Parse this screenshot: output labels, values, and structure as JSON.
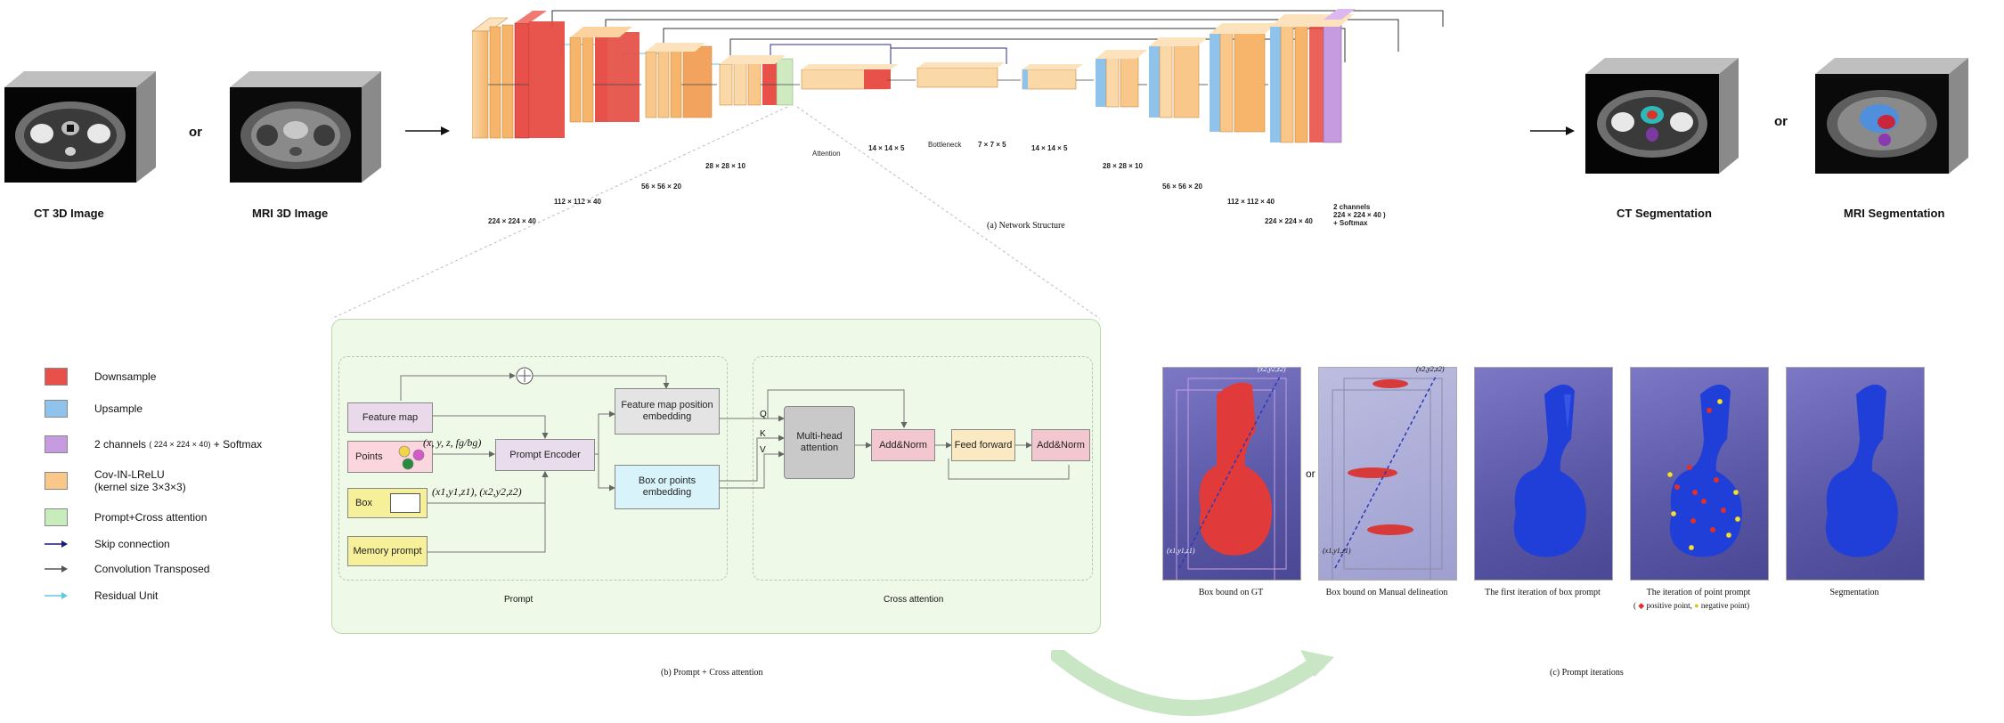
{
  "inputs": {
    "ct_label": "CT 3D Image",
    "or": "or",
    "mri_label": "MRI 3D Image"
  },
  "outputs": {
    "ct_label": "CT  Segmentation",
    "or": "or",
    "mri_label": "MRI  Segmentation"
  },
  "network": {
    "caption": "(a) Network Structure",
    "sizes": {
      "s1": "224 × 224 × 40",
      "s2": "112 × 112 × 40",
      "s3": "56 × 56 × 20",
      "s4": "28 × 28 × 10",
      "s5": "14 × 14 × 5",
      "s6": "7 × 7 × 5",
      "s7": "14 × 14 × 5",
      "s8": "28 × 28 × 10",
      "s9": "56 × 56 × 20",
      "s10": "112 × 112 × 40",
      "s11": "224 × 224 × 40",
      "out": "2 channels",
      "out2": "224 × 224 × 40 )",
      "out3": "+ Softmax"
    },
    "attention_label": "Attention",
    "bottleneck_label": "Bottleneck"
  },
  "legend": {
    "downsample": "Downsample",
    "upsample": "Upsample",
    "channels_a": "2 channels",
    "channels_b": "( 224 × 224 × 40)",
    "channels_c": "+ Softmax",
    "conv_a": "Cov-IN-LReLU",
    "conv_b": "(kernel size 3×3×3)",
    "prompt_attn": "Prompt+Cross attention",
    "skip": "Skip connection",
    "convt": "Convolution Transposed",
    "residual": "Residual Unit",
    "colors": {
      "downsample": "#e8504a",
      "upsample": "#8fc3ec",
      "channels": "#c79be0",
      "conv": "#f9c78a",
      "prompt": "#c9ecbd"
    }
  },
  "prompt_panel": {
    "feature_map": "Feature map",
    "points": "Points",
    "box": "Box",
    "memory_prompt": "Memory prompt",
    "prompt_encoder": "Prompt Encoder",
    "fm_pos_embed": "Feature map position embedding",
    "box_points_embed": "Box or points embedding",
    "mha": "Multi-head attention",
    "add_norm_1": "Add&Norm",
    "feed_forward": "Feed forward",
    "add_norm_2": "Add&Norm",
    "q": "Q",
    "k": "K",
    "v": "V",
    "points_coord": "(x, y, z, fg/bg)",
    "box_coord": "(x1,y1,z1), (x2,y2,z2)",
    "prompt_label": "Prompt",
    "cross_label": "Cross attention",
    "caption": "(b) Prompt + Cross attention"
  },
  "iterations": {
    "caption": "(c) Prompt iterations",
    "or": "or",
    "coord_top": "(x2,y2,z2)",
    "coord_bottom": "(x1,y1,z1)",
    "captions": [
      "Box bound on GT",
      "Box bound on Manual delineation",
      "The first iteration of box prompt",
      "The  iteration of point prompt",
      "Segmentation"
    ],
    "legend_pos": "positive point,",
    "legend_neg": "negative point)",
    "legend_open": "("
  }
}
